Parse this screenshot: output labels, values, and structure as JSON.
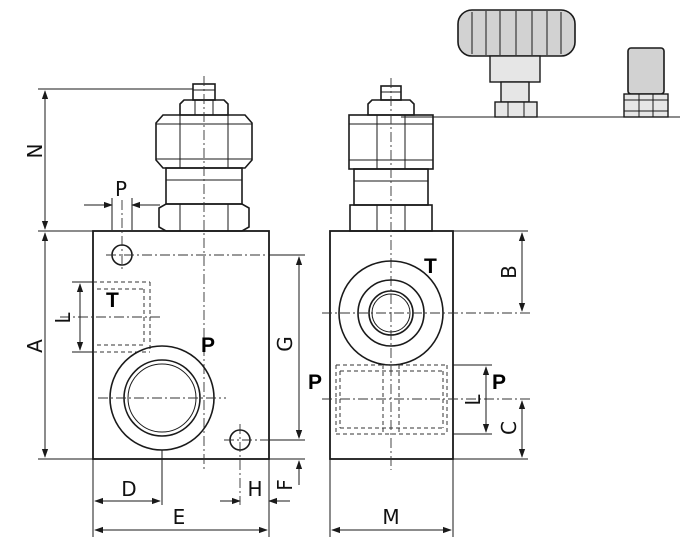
{
  "port_labels": {
    "tank_front": "T",
    "pressure_front": "P",
    "tank_side": "T",
    "pressure_left": "P",
    "pressure_right": "P"
  },
  "dimension_labels": {
    "A": "A",
    "B": "B",
    "C": "C",
    "D": "D",
    "E": "E",
    "F": "F",
    "G": "G",
    "H": "H",
    "L_front": "L",
    "L_side": "L",
    "M": "M",
    "N": "N",
    "P": "P"
  },
  "colors": {
    "line": "#1a1a1a",
    "knob_fill": "#d2d2d2",
    "background": "#ffffff"
  }
}
